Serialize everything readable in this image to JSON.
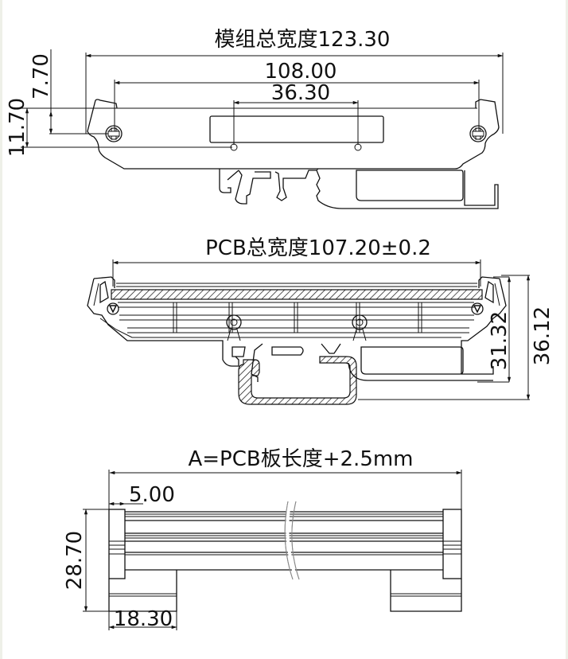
{
  "diagram": {
    "type": "technical_drawing",
    "subject": "DIN rail PCB mounting module",
    "colors": {
      "line": "#111111",
      "background": "#ffffff",
      "frame": "#eef0e8",
      "hatch": "#111111"
    },
    "views": [
      {
        "name": "top-view",
        "title": "模组总宽度123.30",
        "dimensions": {
          "total_width_label": "模组总宽度123.30",
          "screw_spacing": "108.00",
          "hole_spacing": "36.30",
          "height_outer": "11.70",
          "height_inner": "7.70"
        }
      },
      {
        "name": "front-section-view",
        "title": "PCB总宽度107.20±0.2",
        "dimensions": {
          "pcb_width_label": "PCB总宽度107.20±0.2",
          "inner_height": "31.32",
          "total_height": "36.12"
        }
      },
      {
        "name": "side-view",
        "title": "A=PCB板长度+2.5mm",
        "dimensions": {
          "length_label": "A=PCB板长度+2.5mm",
          "end_cap_width": "5.00",
          "height": "28.70",
          "foot_width": "18.30"
        }
      }
    ]
  }
}
